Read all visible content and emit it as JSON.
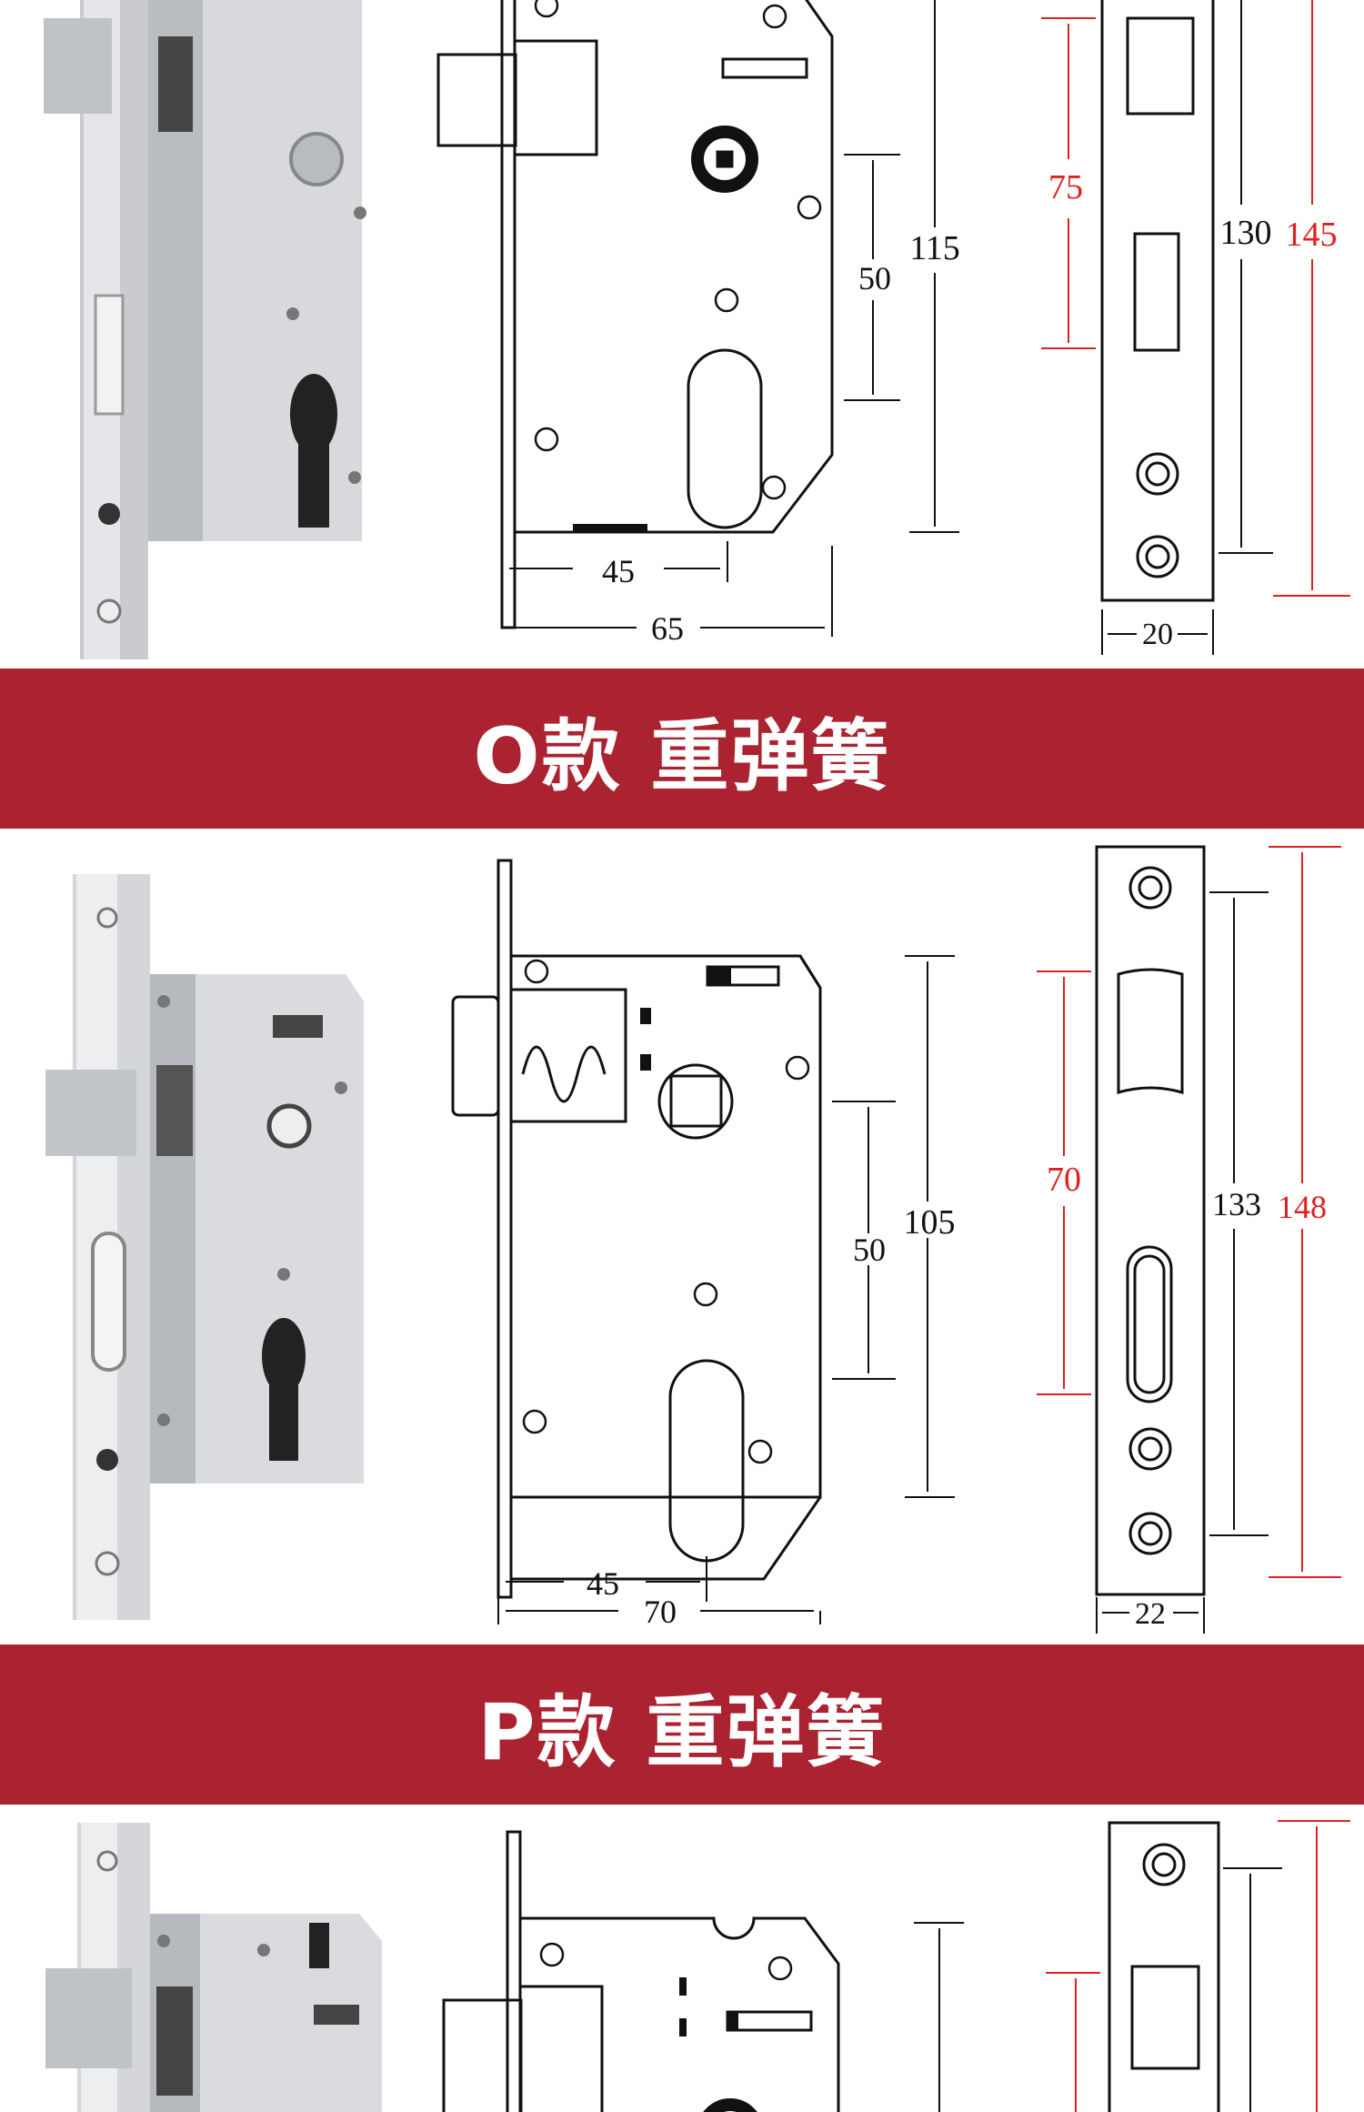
{
  "colors": {
    "banner": "#ab2330",
    "dimension_red": "#e02020",
    "ink": "#111111",
    "steel": "#d8dadd"
  },
  "banners": [
    {
      "label": "O款 重弹簧"
    },
    {
      "label": "P款 重弹簧"
    }
  ],
  "sections": [
    {
      "name": "section-prev",
      "dims": {
        "thickness": "45",
        "width": "65",
        "handle_to_cyl": "50",
        "body_height": "115",
        "latch_spacing": "75",
        "plate_inner": "130",
        "plate_total": "145",
        "plate_width": "20"
      }
    },
    {
      "name": "section-o",
      "dims": {
        "thickness": "45",
        "width": "70",
        "handle_to_cyl": "50",
        "body_height": "105",
        "latch_spacing": "70",
        "plate_inner": "133",
        "plate_total": "148",
        "plate_width": "22"
      }
    },
    {
      "name": "section-p",
      "dims": {}
    }
  ]
}
